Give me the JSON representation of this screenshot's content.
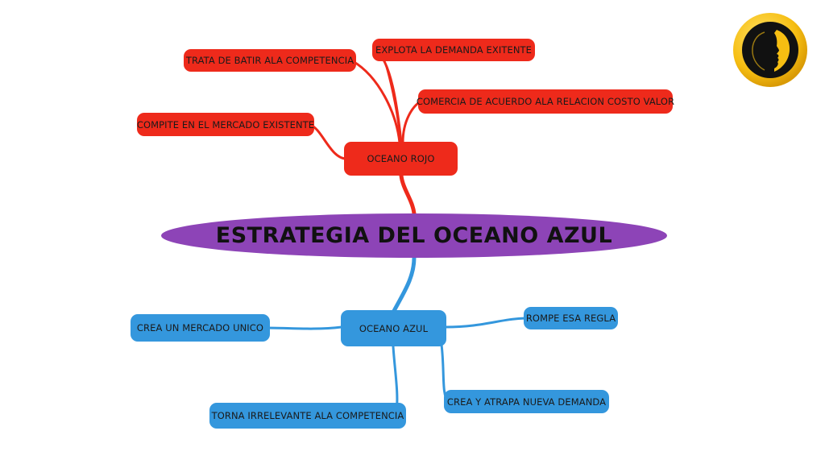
{
  "central": {
    "label": "ESTRATEGIA DEL OCEANO AZUL",
    "color": "#8d44b7"
  },
  "red_branch": {
    "color": "#ee2a1b",
    "hub": "OCEANO ROJO",
    "items": [
      "TRATA DE BATIR ALA COMPETENCIA",
      "EXPLOTA LA DEMANDA EXITENTE",
      "COMERCIA DE ACUERDO ALA RELACION COSTO VALOR",
      "COMPITE EN EL MERCADO EXISTENTE"
    ]
  },
  "blue_branch": {
    "color": "#3497dd",
    "hub": "OCEANO AZUL",
    "items": [
      "CREA UN MERCADO UNICO",
      "ROMPE ESA REGLA",
      "CREA Y ATRAPA NUEVA DEMANDA",
      "TORNA IRRELEVANTE ALA COMPETENCIA"
    ]
  },
  "logo": {
    "icon": "woman-profile-logo-icon",
    "ring_color": "#f7c21a",
    "inner_color": "#111111"
  }
}
